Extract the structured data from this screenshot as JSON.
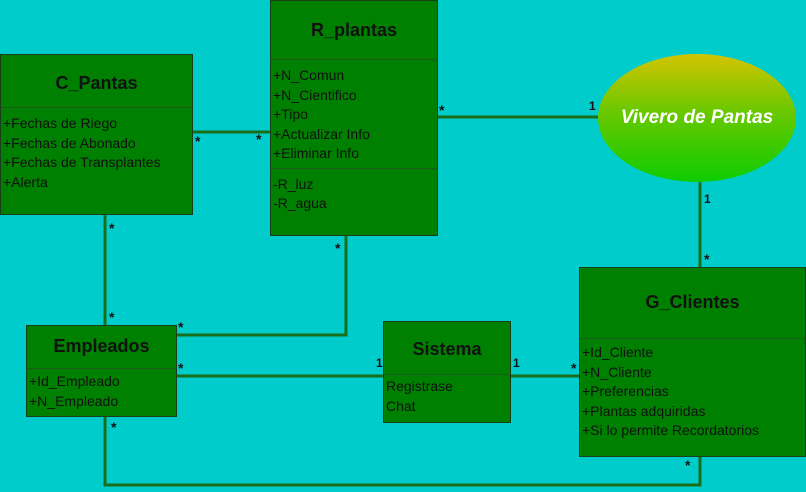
{
  "classes": {
    "r_plantas": {
      "name": "R_plantas",
      "attributes": [
        "+N_Comun",
        "+N_Cientifico",
        "+Tipo",
        "+Actualizar Info",
        "+Eliminar Info"
      ],
      "methods": [
        "-R_luz",
        "-R_agua"
      ]
    },
    "c_pantas": {
      "name": "C_Pantas",
      "attributes": [
        "+Fechas de Riego",
        "+Fechas de Abonado",
        "+Fechas de Transplantes",
        "+Alerta"
      ]
    },
    "empleados": {
      "name": "Empleados",
      "attributes": [
        "+Id_Empleado",
        "+N_Empleado"
      ]
    },
    "sistema": {
      "name": "Sistema",
      "attributes": [
        "Registrase",
        "Chat"
      ]
    },
    "g_clientes": {
      "name": "G_Clientes",
      "attributes": [
        "+Id_Cliente",
        "+N_Cliente",
        "+Preferencias",
        "+Plantas adquiridas",
        "+Si lo permite Recordatorios"
      ]
    }
  },
  "vivero": {
    "label": "Vivero de Pantas"
  },
  "multiplicities": {
    "cpantas_rplantas_left": "*",
    "cpantas_rplantas_right": "*",
    "rplantas_vivero_left": "*",
    "rplantas_vivero_right": "1",
    "vivero_clientes_top": "1",
    "vivero_clientes_bottom": "*",
    "cpantas_empleados_top": "*",
    "cpantas_empleados_bottom": "*",
    "rplantas_empleados_top": "*",
    "rplantas_empleados_bottom": "*",
    "empleados_sistema_left": "*",
    "empleados_sistema_right": "1",
    "sistema_clientes_left": "1",
    "sistema_clientes_right": "*",
    "empleados_clientes_left": "*",
    "empleados_clientes_right": "*"
  }
}
